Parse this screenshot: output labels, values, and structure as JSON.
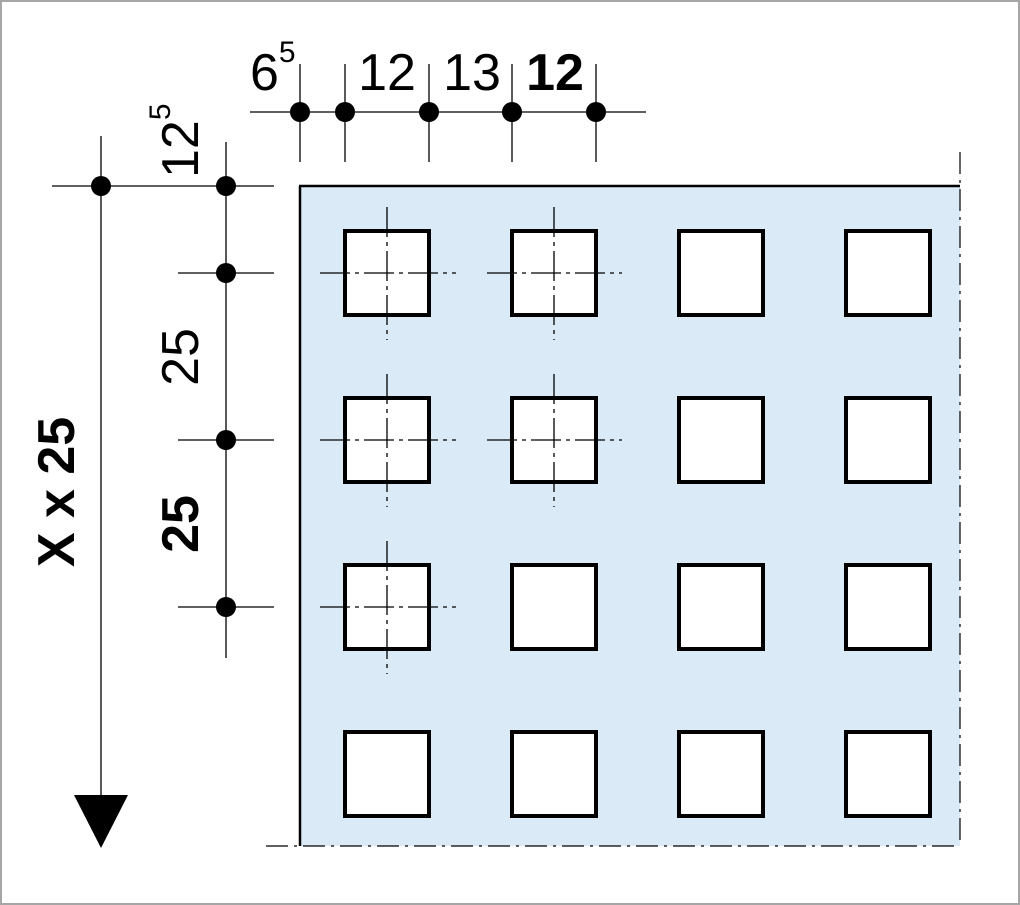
{
  "horizontal_dims": {
    "d1": "6",
    "d1_sup": "5",
    "d2": "12",
    "d3": "13",
    "d4": "12"
  },
  "vertical_dims": {
    "top": "12",
    "top_sup": "5",
    "pitch": "25",
    "pitch_bold": "25",
    "total": "X x 25"
  },
  "colors": {
    "sheet_fill": "#dbeaf7",
    "line": "#000000",
    "hole_fill": "#ffffff",
    "frame": "#a6a6a6"
  }
}
